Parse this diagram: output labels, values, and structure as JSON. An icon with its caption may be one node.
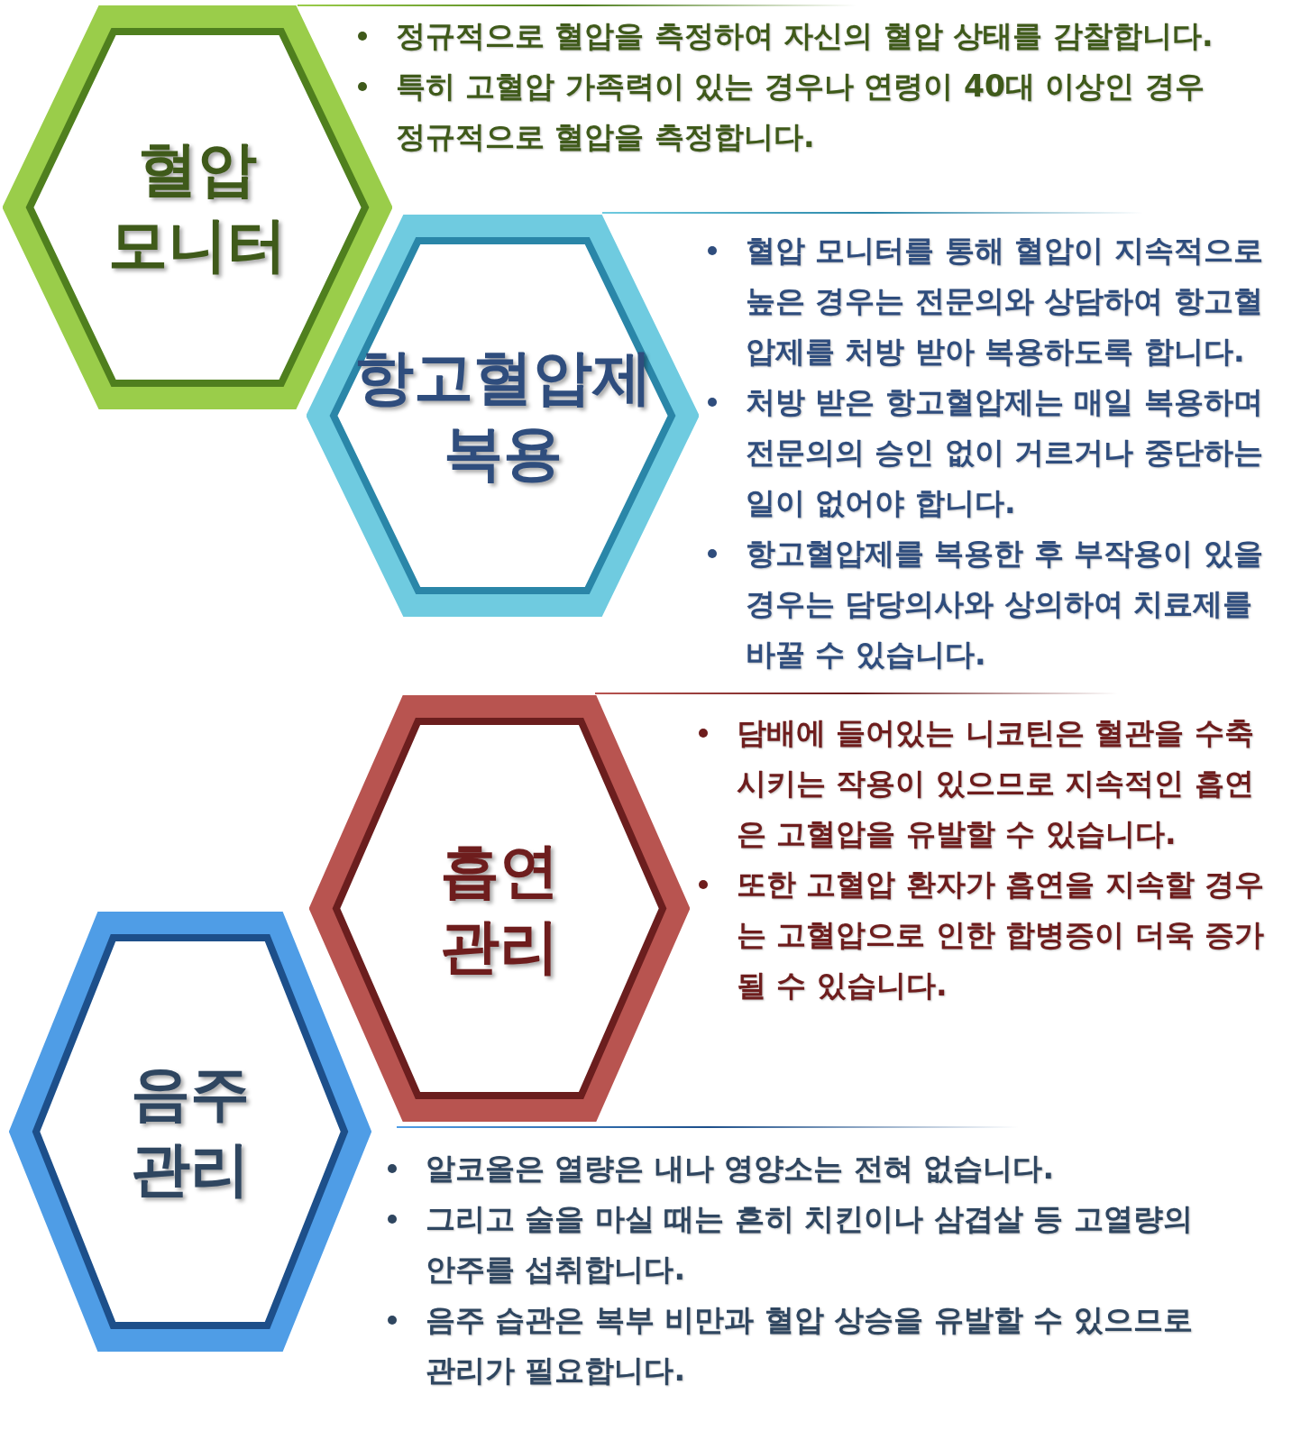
{
  "diagram": {
    "nodes": [
      {
        "text": [
          "혈압 모니터"
        ],
        "beside": [
          "정규적으로 혈압을 측정하여 자신의 혈압 상태를 감찰합니다.",
          "특히 고혈압 가족력이 있는 경우나 연령이 40대 이상인 경우 정규적으로 혈압을 측정합니다."
        ]
      },
      {
        "text": [
          "항고혈압제 복용"
        ],
        "beside": [
          "혈압 모니터를 통해 혈압이 지속적으로 높은 경우는 전문의와 상담하여 항고혈압제를 처방 받아 복용하도록 합니다.",
          "처방 받은 항고혈압제는 매일 복용하며 전문의의 승인 없이 거르거나 중단하는 일이 없어야 합니다.",
          "항고혈압제를 복용한 후 부작용이 있을 경우는 담당의사와 상의하여 치료제를 바꿀 수 있습니다."
        ]
      },
      {
        "text": [
          "흡연 관리"
        ],
        "beside": [
          "담배에 들어있는 니코틴은 혈관을 수축시키는 작용이 있으므로 지속적인 흡연은 고혈압을 유발할 수 있습니다.",
          "또한 고혈압 환자가 흡연을 지속할 경우는 고혈압으로 인한 합병증이 더욱 증가될 수 있습니다."
        ]
      },
      {
        "text": [
          "음주 관리"
        ],
        "beside": [
          "알코올은 열량은 내나 영양소는 전혀 없습니다.",
          "그리고 술을 마실 때는 흔히 치킨이나 삼겹살 등 고열량의 안주를 섭취합니다.",
          "음주 습관은 복부 비만과 혈압 상승을 유발할 수 있으므로 관리가 필요합니다."
        ]
      }
    ]
  }
}
